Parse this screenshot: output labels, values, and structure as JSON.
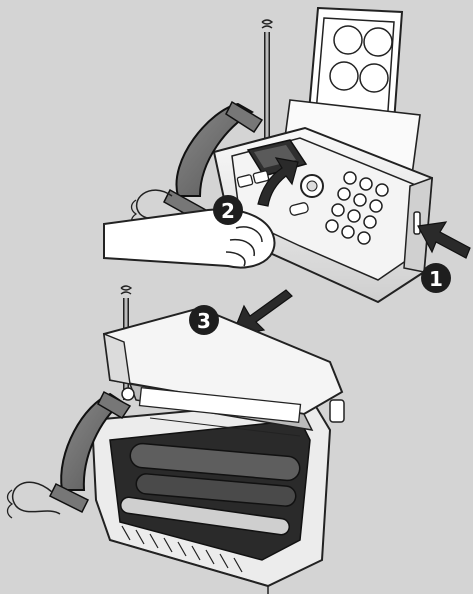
{
  "diagram": {
    "background_color": "#d4d4d4",
    "steps": [
      {
        "label": "1",
        "description_icon": "push-arrow"
      },
      {
        "label": "2",
        "description_icon": "lift-arrow"
      },
      {
        "label": "3",
        "description_icon": "direction-arrow"
      }
    ],
    "objects": [
      "fax-machine-closed",
      "hand-lifting-panel",
      "fax-machine-open",
      "telephone-handset"
    ]
  }
}
